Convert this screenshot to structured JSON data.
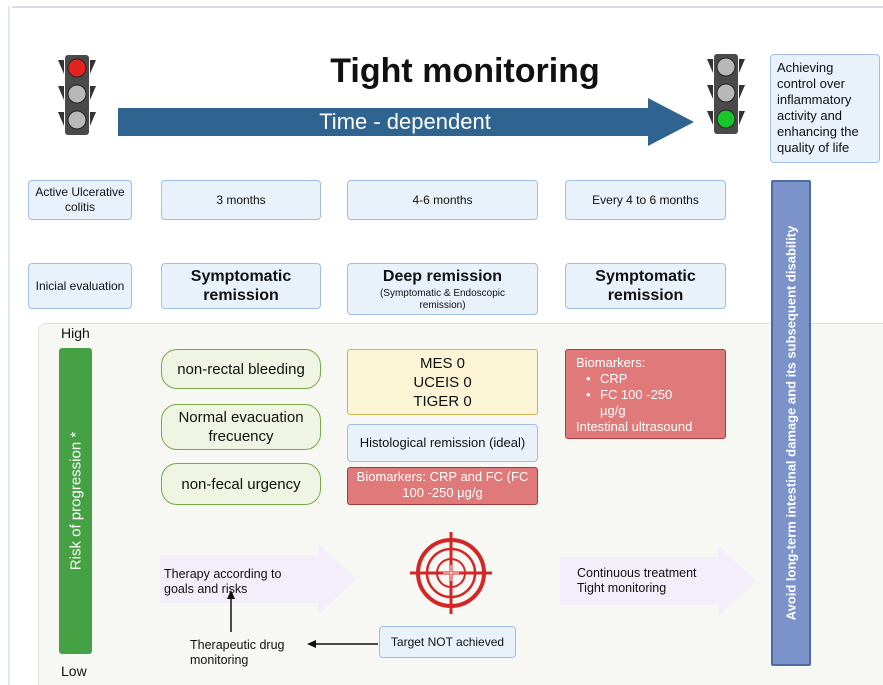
{
  "title": "Tight monitoring",
  "arrow_label": "Time - dependent",
  "goal_text": "Achieving control over inflammatory activity and enhancing the quality of life",
  "vertical_bar_text": "Avoid long-term intestinal damage and its subsequent disability",
  "risk": {
    "label": "Risk of progression *",
    "high": "High",
    "low": "Low"
  },
  "timeline": [
    {
      "text": "Active Ulcerative colitis"
    },
    {
      "text": "3 months"
    },
    {
      "text": "4-6 months"
    },
    {
      "text": "Every 4 to 6 months"
    }
  ],
  "stages": {
    "initial": "Inicial evaluation",
    "symptomatic_1": "Symptomatic remission",
    "deep": "Deep remission",
    "deep_sub": "(Symptomatic & Endoscopic remission)",
    "symptomatic_2": "Symptomatic remission"
  },
  "symptoms": [
    "non-rectal bleeding",
    "Normal evacuation frecuency",
    "non-fecal urgency"
  ],
  "scores": [
    "MES 0",
    "UCEIS 0",
    "TIGER 0"
  ],
  "histological": "Histological remission (ideal)",
  "biomarkers_crp_fc": "Biomarkers: CRP and FC (FC 100 -250 µg/g",
  "biomarkers_panel": {
    "title": "Biomarkers:",
    "items": [
      "CRP",
      "FC 100 -250 µg/g"
    ],
    "footer": "Intestinal ultrasound"
  },
  "flow": {
    "therapy": "Therapy according to goals and risks",
    "continuous": "Continuous treatment Tight monitoring",
    "target_not": "Target NOT achieved",
    "tdm": "Therapeutic drug monitoring"
  },
  "colors": {
    "arrow": "#2f6390",
    "risk_bar": "#45a144",
    "red_light": "#e52222",
    "green_light": "#18c52b",
    "target": "#d32626",
    "vertical_bar": "#7b93c8"
  }
}
